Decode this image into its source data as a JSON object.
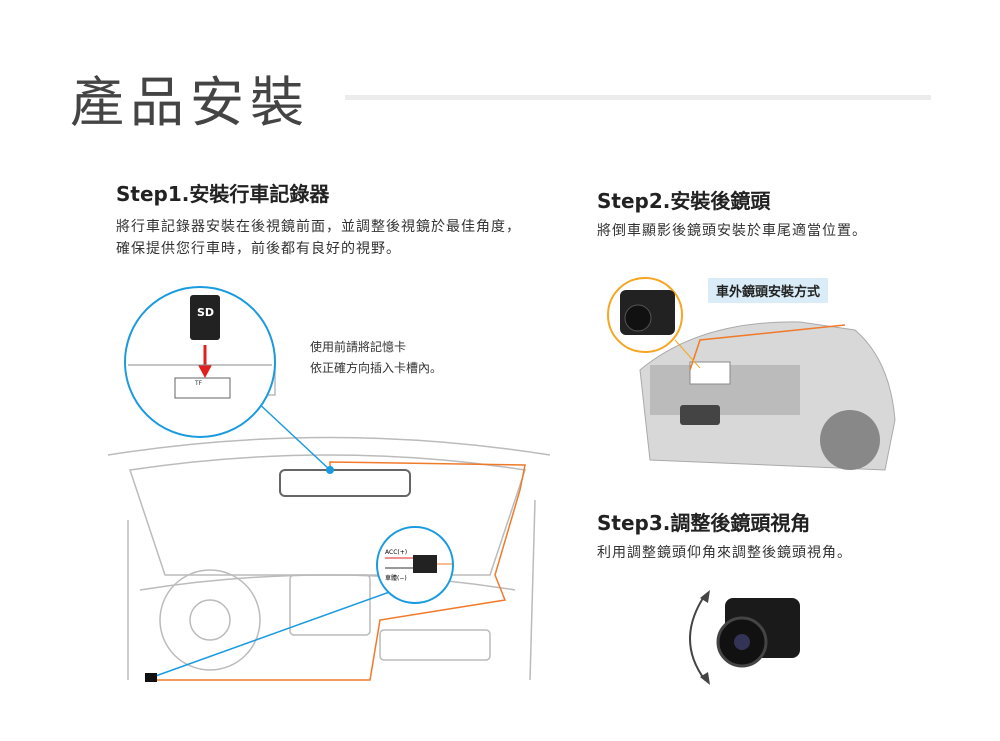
{
  "page_title": "產品安裝",
  "step1": {
    "heading": "Step1.安裝行車記錄器",
    "line1": "將行車記錄器安裝在後視鏡前面，並調整後視鏡於最佳角度，",
    "line2": "確保提供您行車時，前後都有良好的視野。",
    "callout_line1": "使用前請將記憶卡",
    "callout_line2": "依正確方向插入卡槽內。",
    "sd_label": "SD",
    "tf_label": "TF",
    "acc_label": "ACC(+)",
    "ground_label": "車體(−)"
  },
  "step2": {
    "heading": "Step2.安裝後鏡頭",
    "description": "將倒車顯影後鏡頭安裝於車尾適當位置。",
    "badge": "車外鏡頭安裝方式"
  },
  "step3": {
    "heading": "Step3.調整後鏡頭視角",
    "description": "利用調整鏡頭仰角來調整後鏡頭視角。"
  },
  "colors": {
    "accent_blue": "#1a9be0",
    "cable_orange": "#f07a2a",
    "callout_orange": "#f5a623"
  }
}
